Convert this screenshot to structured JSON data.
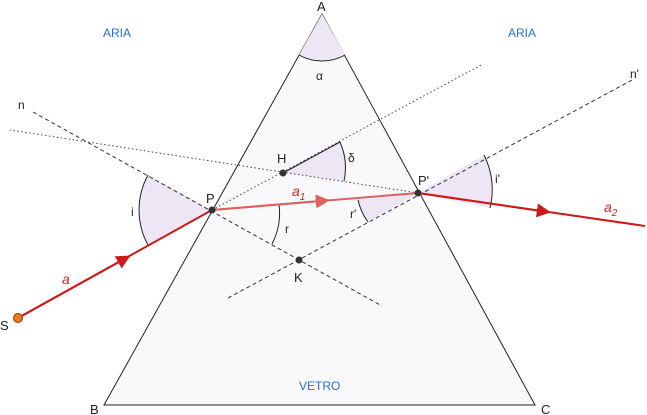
{
  "regions": {
    "air_left": "ARIA",
    "air_right": "ARIA",
    "glass": "VETRO"
  },
  "vertices": {
    "apex": "A",
    "bottom_left": "B",
    "bottom_right": "C"
  },
  "points": {
    "source": "S",
    "entry": "P",
    "exit": "P'",
    "h": "H",
    "k": "K"
  },
  "normals": {
    "entry": "n",
    "exit": "n'"
  },
  "angles": {
    "apex": "α",
    "deviation": "δ",
    "incidence": "i",
    "refraction": "r",
    "internal_exit": "r'",
    "emergence": "i'"
  },
  "rays": {
    "incident": {
      "label": "a",
      "sub": ""
    },
    "internal": {
      "label": "a",
      "sub": "1"
    },
    "emergent": {
      "label": "a",
      "sub": "2"
    }
  },
  "colors": {
    "ray": "#cc1a1a",
    "ray_internal": "#e06060",
    "angle_fill": "#efe6f5",
    "prism_fill": "#f9f9fb",
    "region_text": "#2a6fd6",
    "source_point": "#f07820"
  }
}
